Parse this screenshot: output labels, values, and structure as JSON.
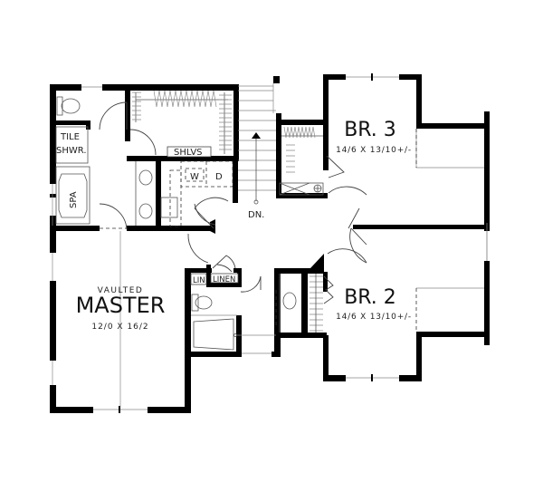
{
  "floor_plan": {
    "rooms": [
      {
        "id": "master",
        "label": "MASTER",
        "sublabel": "VAULTED",
        "dimensions": "12/0 X 16/2"
      },
      {
        "id": "br3",
        "label": "BR. 3",
        "dimensions": "14/6 X 13/10+/-"
      },
      {
        "id": "br2",
        "label": "BR. 2",
        "dimensions": "14/6 X 13/10+/-"
      }
    ],
    "fixtures": {
      "tile_shower_line1": "TILE",
      "tile_shower_line2": "SHWR.",
      "spa": "SPA",
      "shelves": "SHLVS",
      "washer": "W",
      "dryer": "D",
      "linen_small": "LIN",
      "linen": "LINEN",
      "stairs_down": "DN."
    },
    "colors": {
      "wall": "#000000",
      "background": "#ffffff",
      "detail_line": "#555555"
    }
  }
}
